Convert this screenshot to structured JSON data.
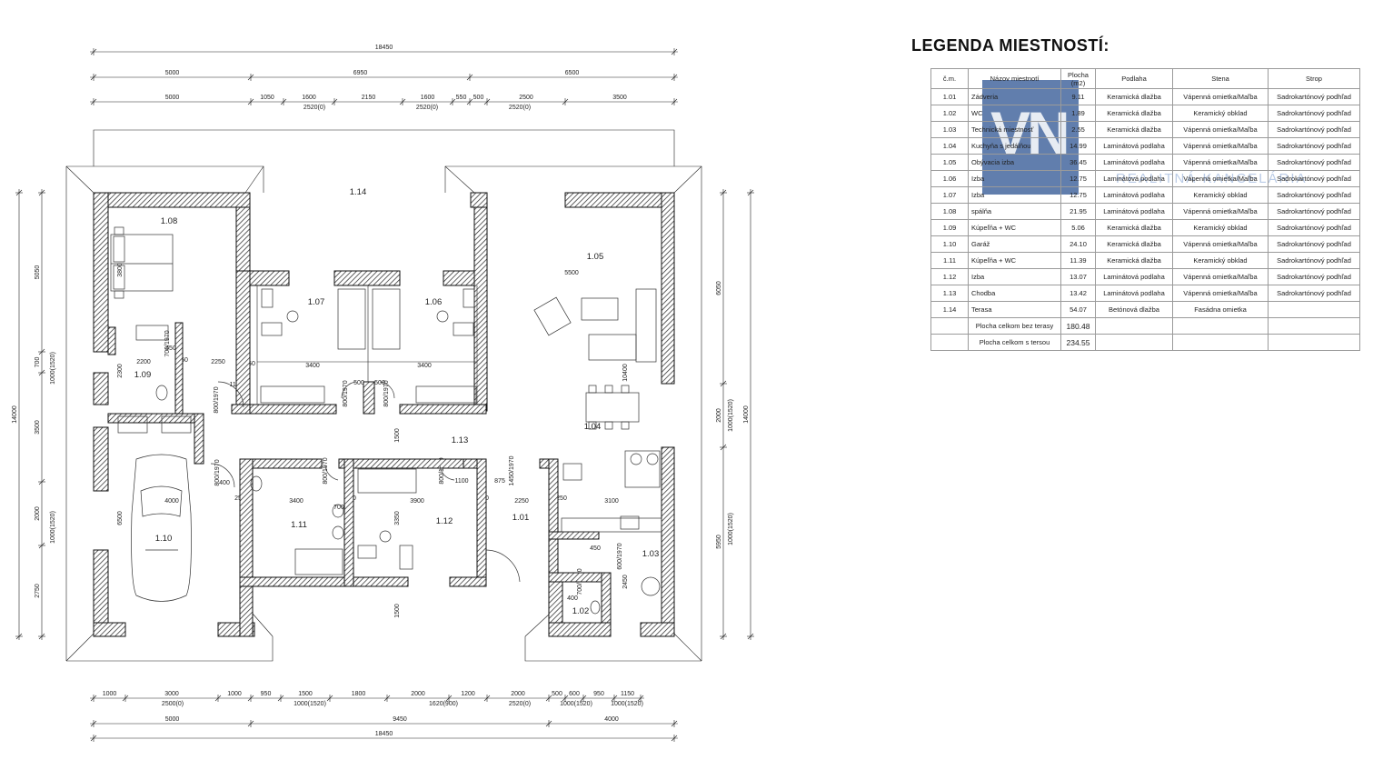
{
  "dimensions": {
    "top": {
      "overall": "18450",
      "row2": [
        "5000",
        "6950",
        "6500"
      ],
      "row3": [
        "5000",
        "1050",
        "1600",
        "2150",
        "1600",
        "550",
        "500",
        "2500",
        "3500"
      ],
      "row3_sub": [
        "2520(0)",
        "2520(0)",
        "2520(0)"
      ]
    },
    "bottom": {
      "row1": [
        "1000",
        "3000",
        "1000",
        "950",
        "1500",
        "1800",
        "2000",
        "1200",
        "2000",
        "500",
        "600",
        "950",
        "1150"
      ],
      "row1_sub": [
        "2500(0)",
        "1000(1520)",
        "1620(900)",
        "2520(0)",
        "1000(1520)",
        "1000(1520)"
      ],
      "row2": [
        "5000",
        "9450",
        "4000"
      ],
      "overall": "18450"
    },
    "left": {
      "overall": "14000",
      "segments": [
        "5050",
        "700",
        "3500",
        "2000",
        "2750"
      ],
      "sub": [
        "1000(1520)",
        "1000(1520)"
      ]
    },
    "right": {
      "overall": "14000",
      "segments": [
        "6050",
        "2000",
        "5950"
      ],
      "sub": [
        "1000(1520)",
        "1000(1520)"
      ]
    },
    "interior": [
      "3800",
      "2200",
      "2250",
      "2300",
      "450",
      "3400",
      "3400",
      "500",
      "500",
      "5500",
      "10400",
      "3400",
      "3900",
      "2250",
      "3100",
      "6500",
      "4000",
      "3350",
      "1500",
      "1500",
      "875",
      "400",
      "2450",
      "450",
      "400",
      "700",
      "1100",
      "1100",
      "250",
      "250",
      "250",
      "250",
      "250",
      "250",
      "250",
      "500"
    ],
    "door_labels": [
      "800/1970",
      "800/1970",
      "800/1970",
      "800/1970",
      "800/1970",
      "800/1970",
      "1450/1970",
      "600/1970",
      "700/1970",
      "700/1970"
    ]
  },
  "rooms": {
    "r108": "1.08",
    "r114": "1.14",
    "r107": "1.07",
    "r106": "1.06",
    "r105": "1.05",
    "r109": "1.09",
    "r113": "1.13",
    "r104": "1.04",
    "r110": "1.10",
    "r111": "1.11",
    "r112": "1.12",
    "r101": "1.01",
    "r103": "1.03",
    "r102": "1.02"
  },
  "legend": {
    "title": "LEGENDA MIESTNOSTÍ:",
    "headers": {
      "no": "č.m.",
      "name": "Názov miestnotí",
      "area": "Plocha (m2)",
      "floor": "Podlaha",
      "wall": "Stena",
      "ceiling": "Strop"
    },
    "rows": [
      {
        "no": "1.01",
        "name": "Zádveria",
        "area": "9.11",
        "floor": "Keramická dlažba",
        "wall": "Vápenná omietka/Maľba",
        "ceiling": "Sadrokartónový podhľad"
      },
      {
        "no": "1.02",
        "name": "WC",
        "area": "1.89",
        "floor": "Keramická dlažba",
        "wall": "Keramický obklad",
        "ceiling": "Sadrokartónový podhľad"
      },
      {
        "no": "1.03",
        "name": "Technická miestnosť",
        "area": "2.55",
        "floor": "Keramická dlažba",
        "wall": "Vápenná omietka/Maľba",
        "ceiling": "Sadrokartónový podhľad"
      },
      {
        "no": "1.04",
        "name": "Kuchyňa s jedálňou",
        "area": "14.99",
        "floor": "Laminátová podlaha",
        "wall": "Vápenná omietka/Maľba",
        "ceiling": "Sadrokartónový podhľad"
      },
      {
        "no": "1.05",
        "name": "Obývacia izba",
        "area": "36.45",
        "floor": "Laminátová podlaha",
        "wall": "Vápenná omietka/Maľba",
        "ceiling": "Sadrokartónový podhľad"
      },
      {
        "no": "1.06",
        "name": "Izba",
        "area": "12.75",
        "floor": "Laminátová podlaha",
        "wall": "Vápenná omietka/Maľba",
        "ceiling": "Sadrokartónový podhľad"
      },
      {
        "no": "1.07",
        "name": "Izba",
        "area": "12.75",
        "floor": "Laminátová podlaha",
        "wall": "Keramický obklad",
        "ceiling": "Sadrokartónový podhľad"
      },
      {
        "no": "1.08",
        "name": "spálňa",
        "area": "21.95",
        "floor": "Laminátová podlaha",
        "wall": "Vápenná omietka/Maľba",
        "ceiling": "Sadrokartónový podhľad"
      },
      {
        "no": "1.09",
        "name": "Kúpeľňa + WC",
        "area": "5.06",
        "floor": "Keramická dlažba",
        "wall": "Keramický obklad",
        "ceiling": "Sadrokartónový podhľad"
      },
      {
        "no": "1.10",
        "name": "Garáž",
        "area": "24.10",
        "floor": "Keramická dlažba",
        "wall": "Vápenná omietka/Maľba",
        "ceiling": "Sadrokartónový podhľad"
      },
      {
        "no": "1.11",
        "name": "Kúpeľňa + WC",
        "area": "11.39",
        "floor": "Keramická dlažba",
        "wall": "Keramický obklad",
        "ceiling": "Sadrokartónový podhľad"
      },
      {
        "no": "1.12",
        "name": "Izba",
        "area": "13.07",
        "floor": "Laminátová podlaha",
        "wall": "Vápenná omietka/Maľba",
        "ceiling": "Sadrokartónový podhľad"
      },
      {
        "no": "1.13",
        "name": "Chodba",
        "area": "13.42",
        "floor": "Laminátová podlaha",
        "wall": "Vápenná omietka/Maľba",
        "ceiling": "Sadrokartónový podhľad"
      },
      {
        "no": "1.14",
        "name": "Terasa",
        "area": "54.07",
        "floor": "Betónová dlažba",
        "wall": "Fasádna omietka",
        "ceiling": ""
      }
    ],
    "totals": [
      {
        "label": "Plocha celkom bez terasy",
        "value": "180.48"
      },
      {
        "label": "Plocha celkom s tersou",
        "value": "234.55"
      }
    ]
  },
  "watermark": {
    "logo": "VN",
    "text": "REALITNÁ KANCELÁRIA",
    "color": "#345a96"
  }
}
